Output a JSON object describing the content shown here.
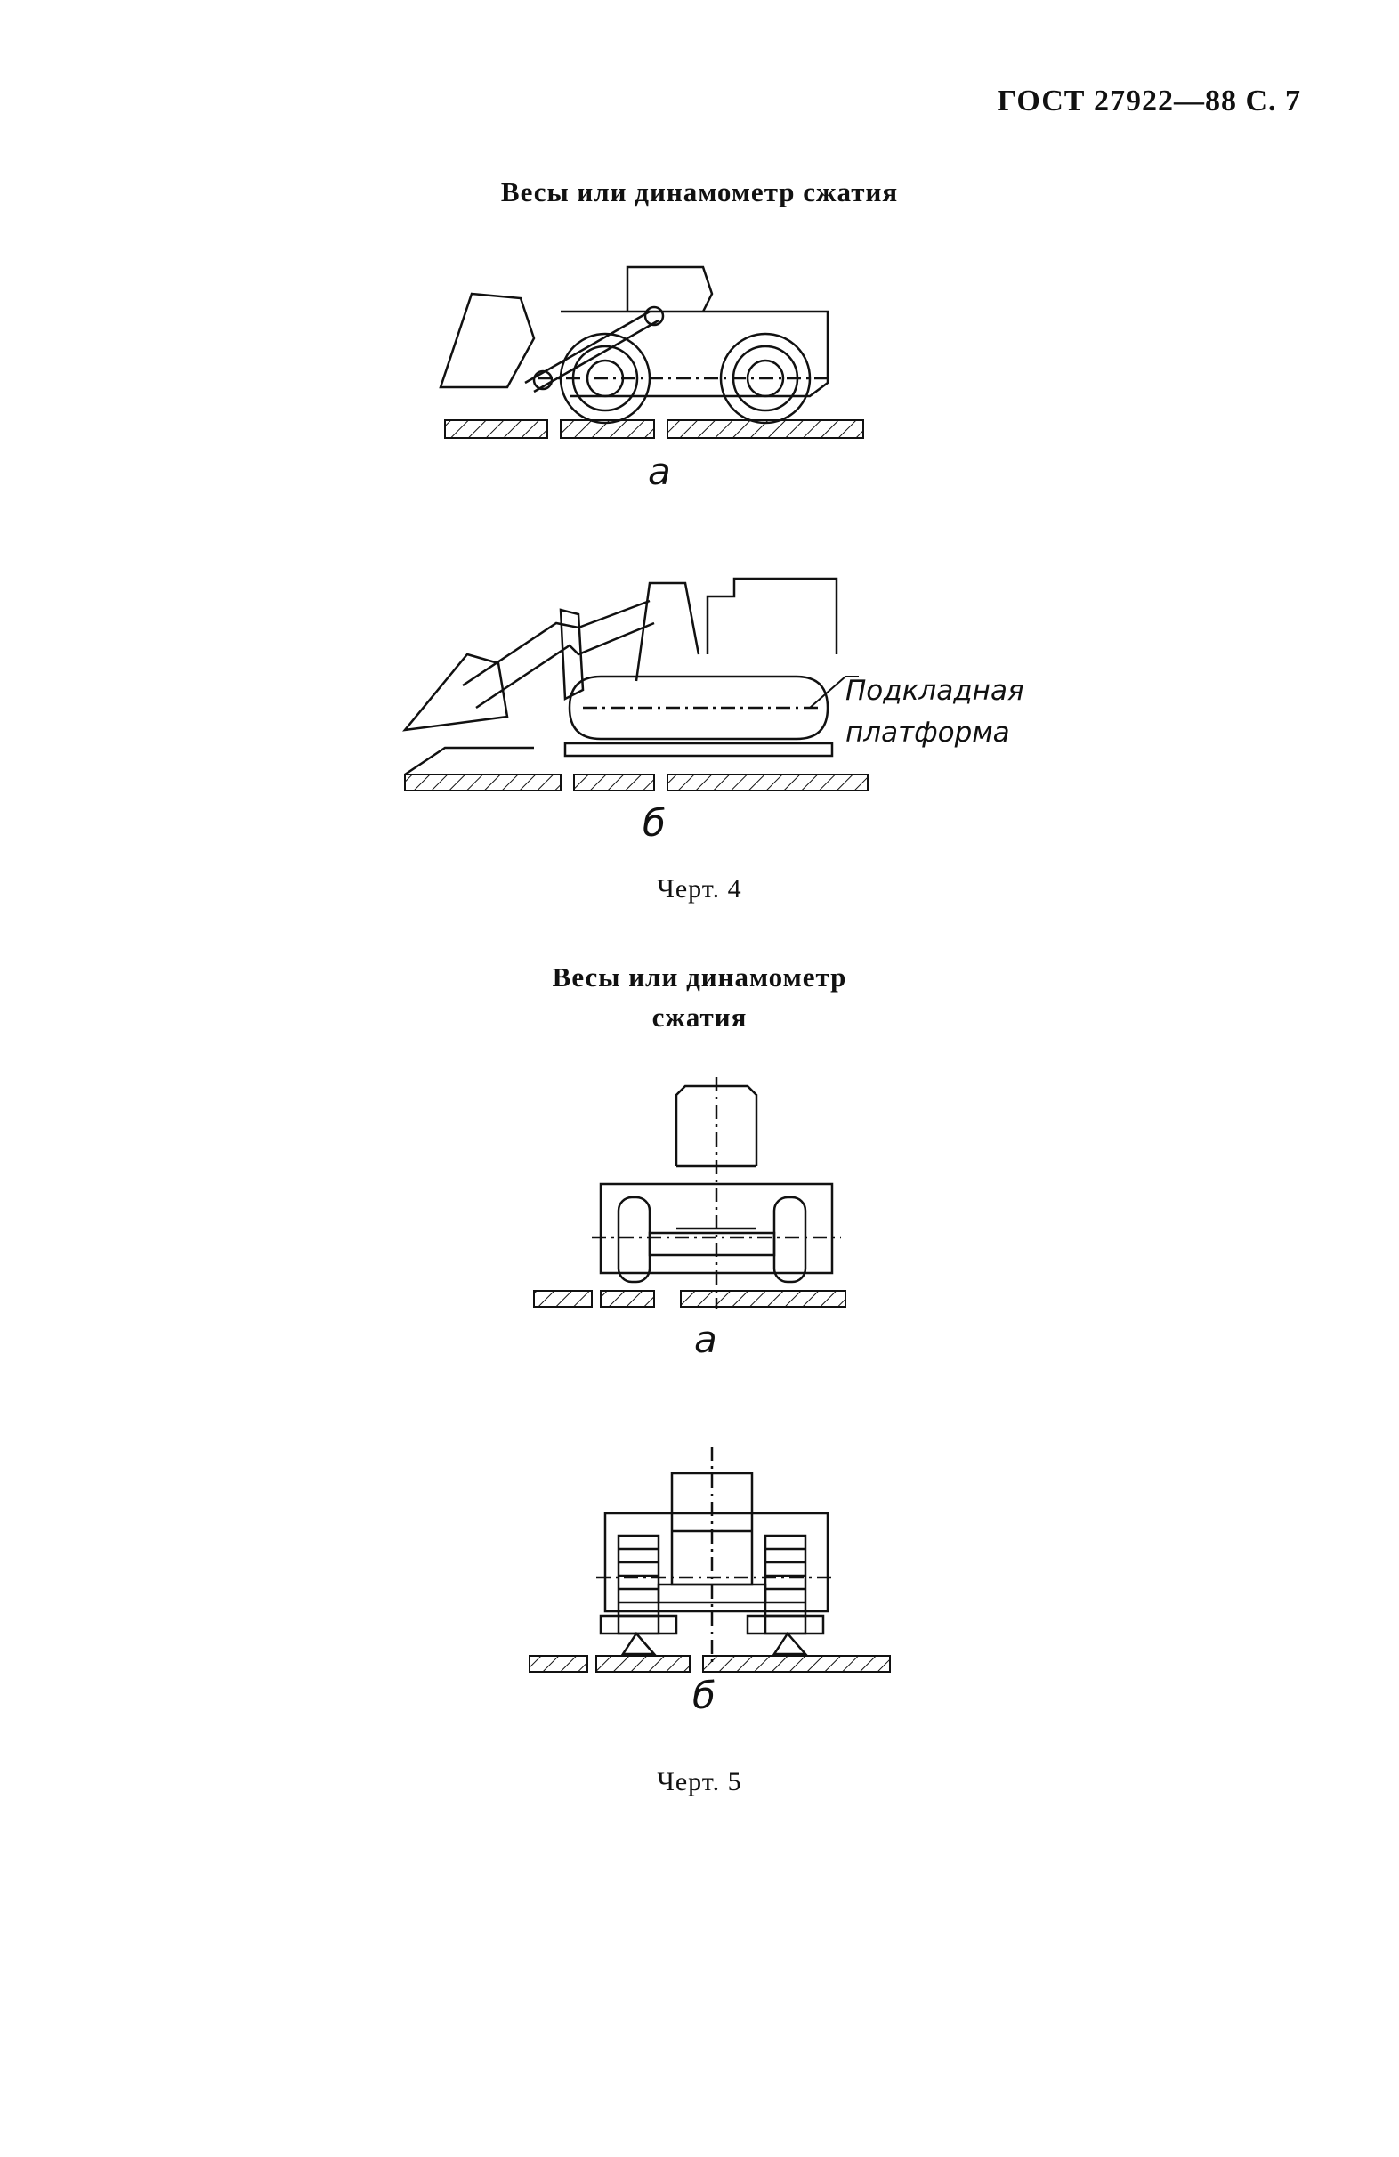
{
  "header": {
    "standard": "ГОСТ 27922—88 С. 7"
  },
  "figure4": {
    "heading": "Весы или динамометр сжатия",
    "label_a": "а",
    "label_b": "б",
    "callout_line1": "Подкладная",
    "callout_line2": "платформа",
    "caption": "Черт. 4"
  },
  "figure5": {
    "heading_line1": "Весы или динамометр",
    "heading_line2": "сжатия",
    "label_a": "а",
    "label_b": "б",
    "caption": "Черт. 5"
  }
}
